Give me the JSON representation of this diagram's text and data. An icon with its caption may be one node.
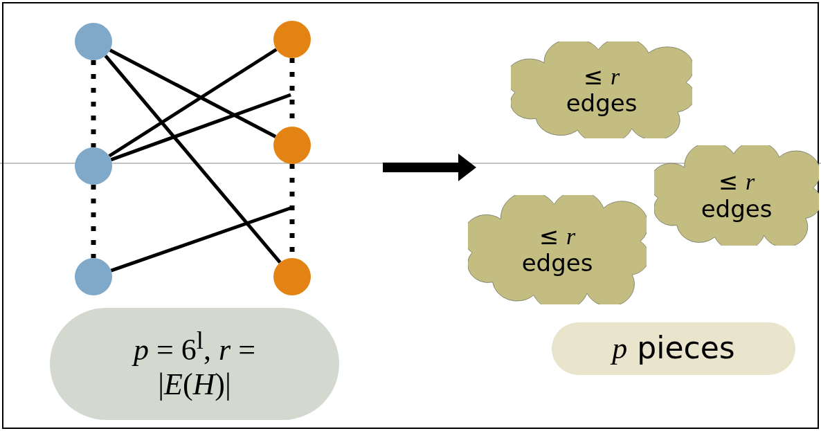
{
  "diagram": {
    "nodes": [
      {
        "text": [],
        "shape": "circle"
      },
      {
        "text": [],
        "shape": "circle"
      },
      {
        "text": [],
        "shape": "circle"
      },
      {
        "text": [],
        "shape": "circle"
      },
      {
        "text": [],
        "shape": "circle"
      },
      {
        "text": [],
        "shape": "circle"
      },
      {
        "text": [
          "*p* = 6$^{l}$, *r* = |*E*(*H*)|"
        ]
      },
      {
        "text": [
          "≤ *r* edges"
        ]
      },
      {
        "text": [
          "≤ *r* edges"
        ]
      },
      {
        "text": [
          "≤ *r* edges"
        ]
      },
      {
        "text": [
          "*p* pieces"
        ]
      }
    ],
    "edges": [
      {
        "from": 0,
        "to": 1,
        "arrow": "none",
        "style": "dashed"
      },
      {
        "from": 1,
        "to": 2,
        "arrow": "none",
        "style": "dashed"
      },
      {
        "from": 3,
        "to": 4,
        "arrow": "none",
        "style": "dashed"
      },
      {
        "from": 4,
        "to": 5,
        "arrow": "none",
        "style": "dashed"
      },
      {
        "from": 0,
        "to": 4,
        "arrow": "none"
      },
      {
        "from": 0,
        "to": 5,
        "arrow": "none"
      },
      {
        "from": 1,
        "to": 3,
        "arrow": "none"
      },
      {
        "from": 1,
        "to": null,
        "arrow": "none"
      },
      {
        "from": 2,
        "to": null,
        "arrow": "none"
      }
    ]
  }
}
